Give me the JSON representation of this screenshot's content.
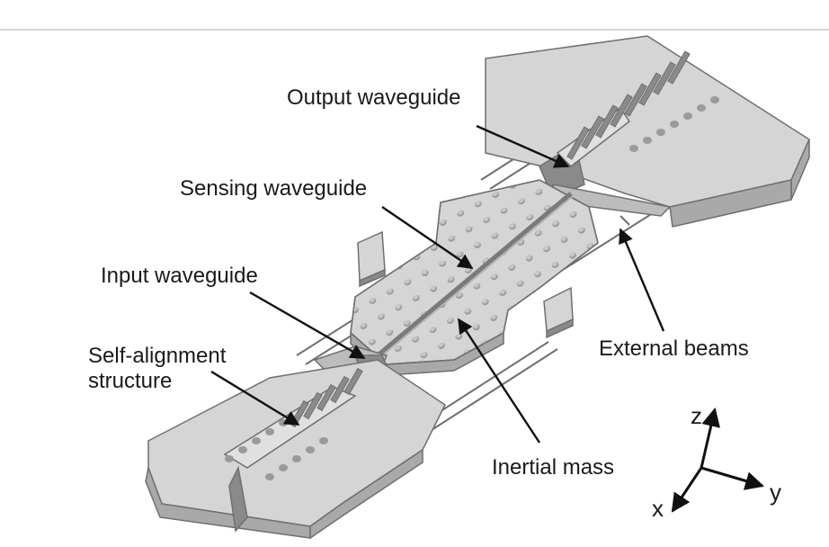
{
  "labels": {
    "output_waveguide": "Output waveguide",
    "sensing_waveguide": "Sensing waveguide",
    "input_waveguide": "Input waveguide",
    "self_alignment_line1": "Self-alignment",
    "self_alignment_line2": "structure",
    "external_beams": "External beams",
    "inertial_mass": "Inertial mass"
  },
  "axes": {
    "x": "x",
    "y": "y",
    "z": "z"
  },
  "colors": {
    "top_face": "#d5d5d5",
    "side_face": "#a9a9a9",
    "dark_face": "#8a8a8a",
    "outline": "#6f6f6f",
    "leader_line": "#111111",
    "rule_line": "#c8c8c8"
  }
}
